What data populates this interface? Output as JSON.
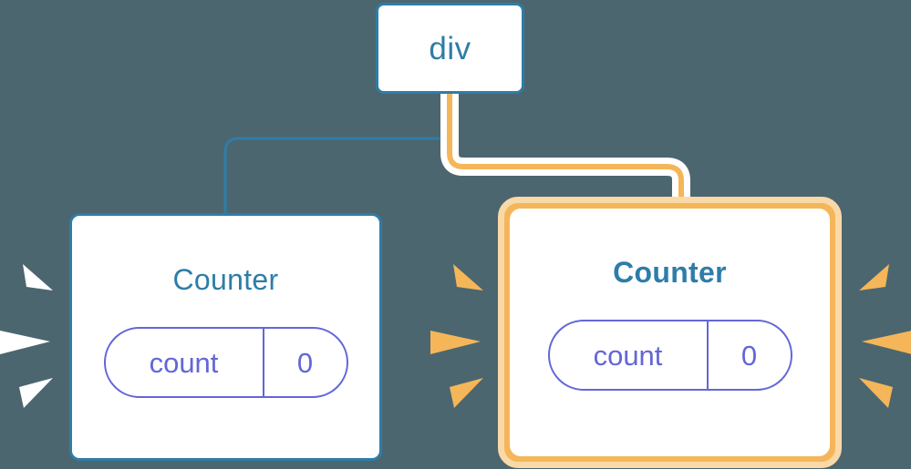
{
  "diagram": {
    "type": "component-tree",
    "background_color": "#4c666f",
    "title_node": {
      "label": "div",
      "border_color": "#2e7da8",
      "text_color": "#2e7da8"
    },
    "colors": {
      "blue": "#2e7da8",
      "orange": "#f5b659",
      "orange_halo": "#fad9a8",
      "purple": "#6366d8",
      "white": "#ffffff",
      "background": "#4c666f"
    },
    "nodes": [
      {
        "id": "counter-left",
        "title": "Counter",
        "highlighted": false,
        "title_weight": "regular",
        "border_color": "#2e7da8",
        "state": {
          "key": "count",
          "value": "0"
        },
        "burst_color": "#ffffff",
        "burst_sides": [
          "left"
        ],
        "connector_color": "#2e7da8"
      },
      {
        "id": "counter-right",
        "title": "Counter",
        "highlighted": true,
        "title_weight": "bold",
        "border_color": "#f5b659",
        "state": {
          "key": "count",
          "value": "0"
        },
        "burst_color": "#f5b659",
        "burst_sides": [
          "left",
          "right"
        ],
        "connector_color": "#f5b659"
      }
    ],
    "edges": [
      {
        "from": "div",
        "to": "counter-left",
        "color": "#2e7da8",
        "style": "solid",
        "highlighted": false
      },
      {
        "from": "div",
        "to": "counter-right",
        "color": "#f5b659",
        "style": "solid-with-white-halo",
        "highlighted": true
      }
    ]
  }
}
